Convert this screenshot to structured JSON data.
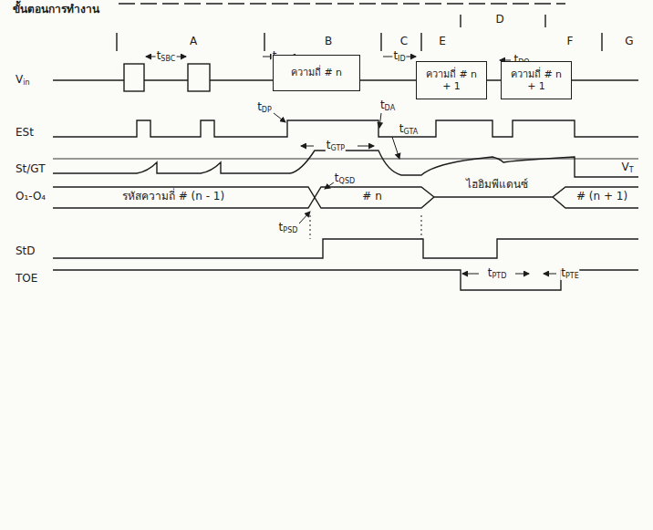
{
  "diagram": {
    "title": "ขั้นตอนการทำงาน",
    "nodes": [
      {
        "text": [
          "ความถี่ # n"
        ]
      },
      {
        "text": [
          "ความถี่ # n + 1"
        ]
      },
      {
        "text": [
          "ความถี่ # n + 1"
        ]
      }
    ],
    "labels": [
      "A",
      "B",
      "C",
      "D",
      "E",
      "F",
      "G",
      "tSBC",
      "tSBC",
      "tDP",
      "tID",
      "tDA",
      "tDO",
      "tGTP",
      "tGTA",
      "tQSD",
      "tPSD",
      "tPTD",
      "tPTE",
      "Vin",
      "ESt",
      "St/GT",
      "O₁-O₄",
      "StD",
      "TOE",
      "VT",
      "รหัสความถี่ # (n - 1)",
      "# n",
      "ไฮอิมพีแดนซ์",
      "# (n + 1)"
    ]
  }
}
